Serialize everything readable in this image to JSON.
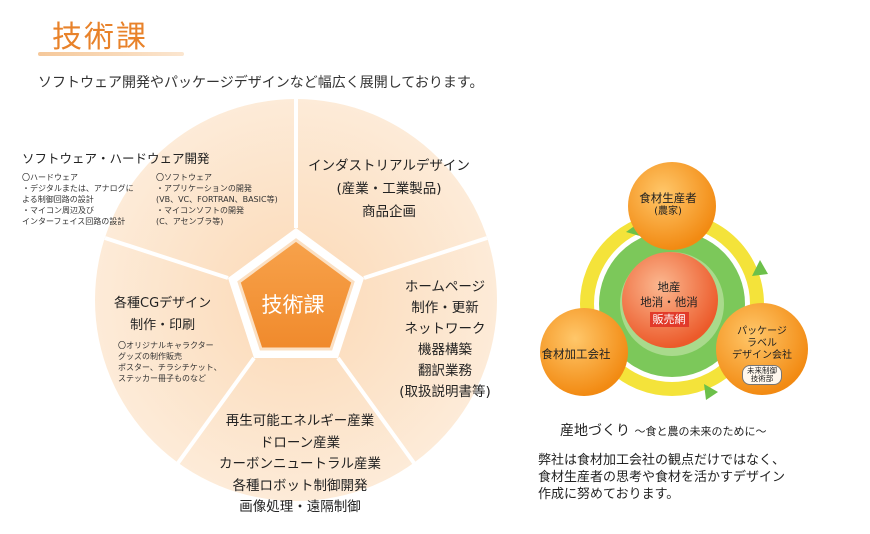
{
  "header": {
    "title": "技術課",
    "intro": "ソフトウェア開発やパッケージデザインなど幅広く展開しております。"
  },
  "wheel": {
    "center": "技術課",
    "software": {
      "heading": "ソフトウェア・ハードウェア開発",
      "hardware_lines": [
        "〇ハードウェア",
        "・デジタルまたは、アナログに",
        "よる制御回路の設計",
        "・マイコン周辺及び",
        "インターフェイス回路の設計"
      ],
      "software_lines": [
        "〇ソフトウェア",
        "・アプリケーションの開発",
        "(VB、VC、FORTRAN、BASIC等)",
        "・マイコンソフトの開発",
        "(C、アセンブラ等)"
      ]
    },
    "industrial": {
      "lines": [
        "インダストリアルデザイン",
        "(産業・工業製品)",
        "商品企画"
      ]
    },
    "web": {
      "lines": [
        "ホームページ",
        "制作・更新",
        "ネットワーク",
        "機器構築",
        "翻訳業務",
        "(取扱説明書等)"
      ]
    },
    "energy": {
      "lines": [
        "再生可能エネルギー産業",
        "ドローン産業",
        "カーボンニュートラル産業",
        "各種ロボット制御開発",
        "画像処理・遠隔制御"
      ]
    },
    "cg": {
      "lines": [
        "各種CGデザイン",
        "制作・印刷"
      ],
      "detail_lines": [
        "〇オリジナルキャラクター",
        "グッズの制作販売",
        "ポスター、チラシチケット、",
        "ステッカー冊子ものなど"
      ]
    }
  },
  "cycle": {
    "top": {
      "lines": [
        "食材生産者",
        "(農家)"
      ]
    },
    "left": {
      "label": "食材加工会社"
    },
    "right": {
      "lines": [
        "パッケージ",
        "ラベル",
        "デザイン会社"
      ],
      "sub_lines": [
        "未来制御",
        "技術部"
      ]
    },
    "center": {
      "lines": [
        "地産",
        "地消・他消"
      ],
      "sales": "販売網"
    }
  },
  "santi": {
    "title": "産地づくり",
    "subtitle": "〜食と農の未来のために〜",
    "desc_lines": [
      "弊社は食材加工会社の観点だけではなく、",
      "食材生産者の思考や食材を活かすデザイン",
      "作成に努めております。"
    ]
  },
  "colors": {
    "accent": "#e8822a",
    "wheel_light": "#fde6cc",
    "wheel_mid": "#f9d4a9",
    "green": "#6cc04a",
    "yellow": "#f4e33a",
    "node_orange": "#f39a1e",
    "center_red": "#ef6a3c"
  }
}
